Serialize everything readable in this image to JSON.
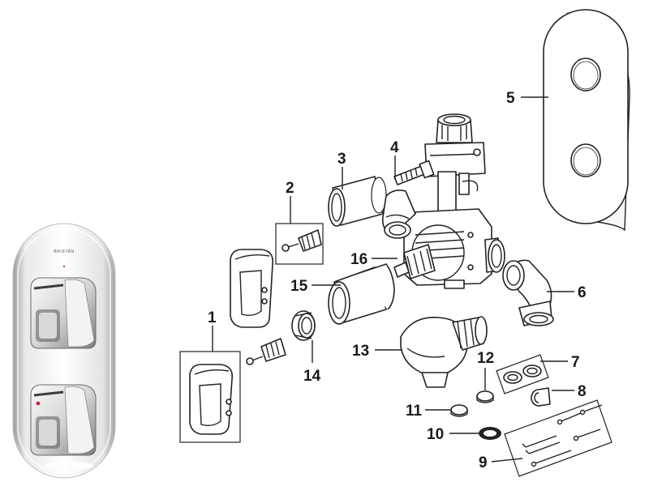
{
  "product_photo": {
    "brand": "BRISTAN"
  },
  "diagram": {
    "callouts": [
      {
        "id": "1",
        "text": "1"
      },
      {
        "id": "2",
        "text": "2"
      },
      {
        "id": "3",
        "text": "3"
      },
      {
        "id": "4",
        "text": "4"
      },
      {
        "id": "5",
        "text": "5"
      },
      {
        "id": "6",
        "text": "6"
      },
      {
        "id": "7",
        "text": "7"
      },
      {
        "id": "8",
        "text": "8"
      },
      {
        "id": "9",
        "text": "9"
      },
      {
        "id": "10",
        "text": "10"
      },
      {
        "id": "11",
        "text": "11"
      },
      {
        "id": "12",
        "text": "12"
      },
      {
        "id": "13",
        "text": "13"
      },
      {
        "id": "14",
        "text": "14"
      },
      {
        "id": "15",
        "text": "15"
      },
      {
        "id": "16",
        "text": "16"
      }
    ]
  },
  "colors": {
    "line": "#222222",
    "chrome_light": "#f4f4f4",
    "chrome_dark": "#8a8a8a",
    "hot_indicator": "#d0263a"
  }
}
